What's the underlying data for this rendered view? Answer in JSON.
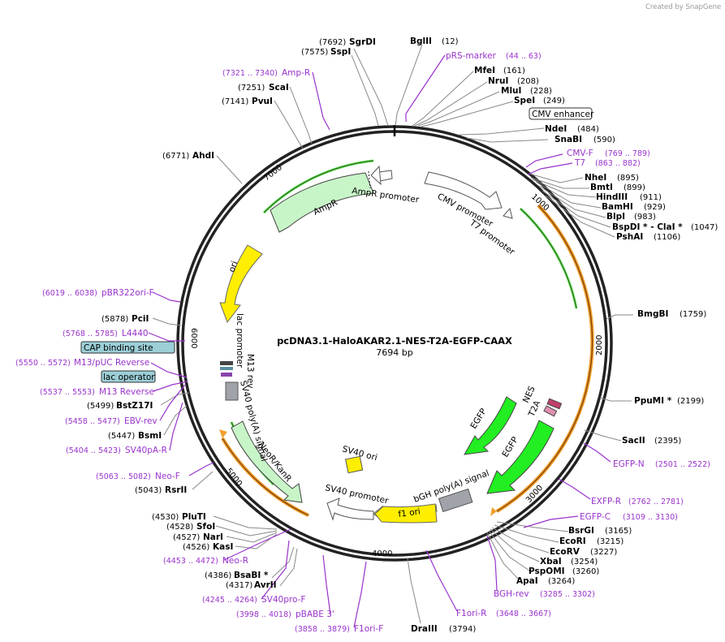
{
  "watermark": "Created by  SnapGene",
  "plasmid": {
    "name": "pcDNA3.1-HaloAKAR2.1-NES-T2A-EGFP-CAAX",
    "size": "7694 bp"
  },
  "ticks": [
    "1000",
    "2000",
    "3000",
    "4000",
    "5000",
    "6000",
    "7000"
  ],
  "enzymes": [
    {
      "name": "SgrDI",
      "pos": "(7692)"
    },
    {
      "name": "SspI",
      "pos": "(7575)"
    },
    {
      "name": "BglII",
      "pos": "(12)"
    },
    {
      "name": "MfeI",
      "pos": "(161)"
    },
    {
      "name": "NruI",
      "pos": "(208)"
    },
    {
      "name": "MluI",
      "pos": "(228)"
    },
    {
      "name": "SpeI",
      "pos": "(249)"
    },
    {
      "name": "NdeI",
      "pos": "(484)"
    },
    {
      "name": "SnaBI",
      "pos": "(590)"
    },
    {
      "name": "NheI",
      "pos": "(895)"
    },
    {
      "name": "BmtI",
      "pos": "(899)"
    },
    {
      "name": "HindIII",
      "pos": "(911)"
    },
    {
      "name": "BamHI",
      "pos": "(929)"
    },
    {
      "name": "BlpI",
      "pos": "(983)"
    },
    {
      "name": "BspDI *  - ClaI *",
      "pos": "(1047)"
    },
    {
      "name": "PshAI",
      "pos": "(1106)"
    },
    {
      "name": "BmgBI",
      "pos": "(1759)"
    },
    {
      "name": "PpuMI *",
      "pos": "(2199)"
    },
    {
      "name": "SacII",
      "pos": "(2395)"
    },
    {
      "name": "BsrGI",
      "pos": "(3165)"
    },
    {
      "name": "EcoRI",
      "pos": "(3215)"
    },
    {
      "name": "EcoRV",
      "pos": "(3227)"
    },
    {
      "name": "XbaI",
      "pos": "(3254)"
    },
    {
      "name": "PspOMI",
      "pos": "(3260)"
    },
    {
      "name": "ApaI",
      "pos": "(3264)"
    },
    {
      "name": "DraIII",
      "pos": "(3794)"
    },
    {
      "name": "BsaBI *",
      "pos": "(4386)"
    },
    {
      "name": "AvrII",
      "pos": "(4317)"
    },
    {
      "name": "PluTI",
      "pos": "(4530)"
    },
    {
      "name": "SfoI",
      "pos": "(4528)"
    },
    {
      "name": "NarI",
      "pos": "(4527)"
    },
    {
      "name": "KasI",
      "pos": "(4526)"
    },
    {
      "name": "RsrII",
      "pos": "(5043)"
    },
    {
      "name": "BsmI",
      "pos": "(5447)"
    },
    {
      "name": "BstZ17I",
      "pos": "(5499)"
    },
    {
      "name": "PciI",
      "pos": "(5878)"
    },
    {
      "name": "AhdI",
      "pos": "(6771)"
    },
    {
      "name": "PvuI",
      "pos": "(7141)"
    },
    {
      "name": "ScaI",
      "pos": "(7251)"
    }
  ],
  "primers": [
    {
      "name": "pRS-marker",
      "range": "(44 .. 63)"
    },
    {
      "name": "Amp-R",
      "range": "(7321 .. 7340)"
    },
    {
      "name": "CMV-F",
      "range": "(769 .. 789)"
    },
    {
      "name": "T7",
      "range": "(863 .. 882)"
    },
    {
      "name": "EGFP-N",
      "range": "(2501 .. 2522)"
    },
    {
      "name": "EXFP-R",
      "range": "(2762 .. 2781)"
    },
    {
      "name": "EGFP-C",
      "range": "(3109 .. 3130)"
    },
    {
      "name": "BGH-rev",
      "range": "(3285 .. 3302)"
    },
    {
      "name": "F1ori-R",
      "range": "(3648 .. 3667)"
    },
    {
      "name": "F1ori-F",
      "range": "(3858 .. 3879)"
    },
    {
      "name": "pBABE 3'",
      "range": "(3998 .. 4018)"
    },
    {
      "name": "SV40pro-F",
      "range": "(4245 .. 4264)"
    },
    {
      "name": "Neo-R",
      "range": "(4453 .. 4472)"
    },
    {
      "name": "Neo-F",
      "range": "(5063 .. 5082)"
    },
    {
      "name": "SV40pA-R",
      "range": "(5404 .. 5423)"
    },
    {
      "name": "EBV-rev",
      "range": "(5458 .. 5477)"
    },
    {
      "name": "M13 Reverse",
      "range": "(5537 .. 5553)"
    },
    {
      "name": "M13/pUC Reverse",
      "range": "(5550 .. 5572)"
    },
    {
      "name": "L4440",
      "range": "(5768 .. 5785)"
    },
    {
      "name": "pBR322ori-F",
      "range": "(6019 .. 6038)"
    }
  ],
  "boxed_features": {
    "cmv_enhancer": "CMV enhancer",
    "cap_binding_site": "CAP binding site",
    "lac_operator": "lac operator"
  },
  "features": {
    "ampr_promoter": "AmpR promoter",
    "ampr": "AmpR",
    "cmv_promoter": "CMV promoter",
    "t7_promoter": "T7 promoter",
    "ori": "ori",
    "lac_promoter": "lac promoter",
    "m13_rev": "M13 rev",
    "sv40_polya": "SV40 poly(A) signal",
    "neo_kanr": "NeoR/KanR",
    "sv40_ori": "SV40 ori",
    "sv40_promoter": "SV40 promoter",
    "f1_ori": "f1 ori",
    "bgh_polya": "bGH poly(A) signal",
    "egfp_a": "EGFP",
    "egfp_b": "EGFP",
    "nes": "NES",
    "t2a": "T2A"
  },
  "colors": {
    "backbone": "#222222",
    "primer": "#9933cc",
    "green_cds": "#22ee22",
    "light_green": "#c8f5c8",
    "yellow": "#ffee00",
    "grey": "#a0a4aa",
    "orange": "#f0a030",
    "box_teal": "#9ccfd8"
  }
}
